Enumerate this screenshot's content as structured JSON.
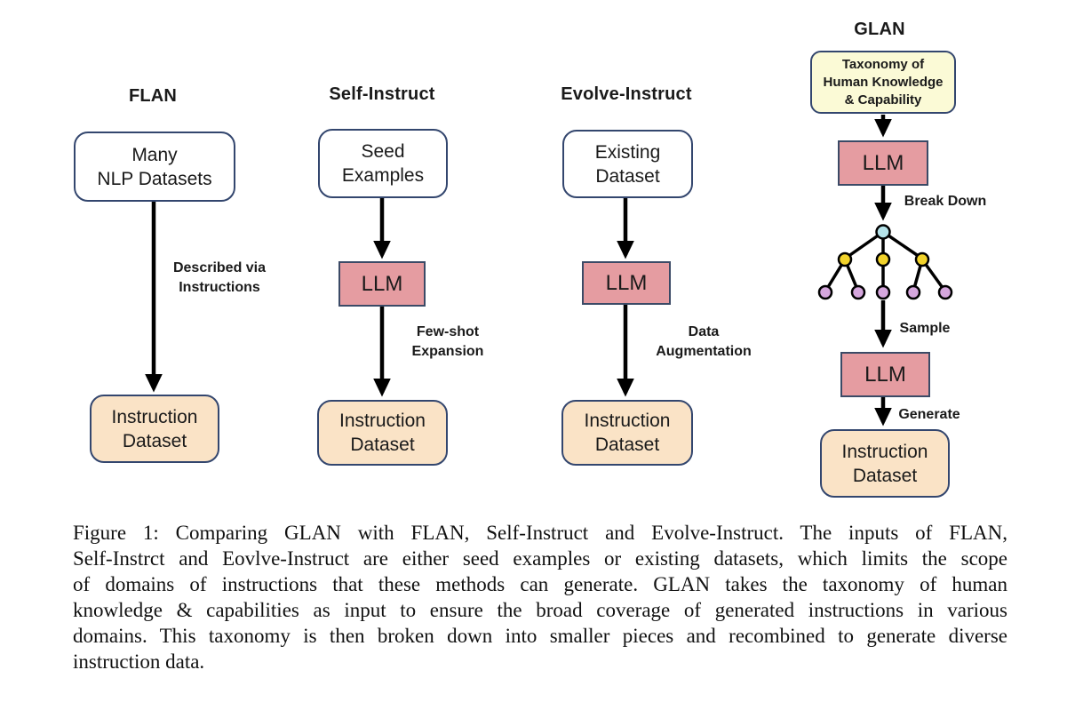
{
  "colors": {
    "page_bg": "#ffffff",
    "text": "#1a1a1a",
    "box_border": "#33466e",
    "llm_border": "#3b4a66",
    "llm_fill": "#e59ca1",
    "dataset_fill": "#fae3c6",
    "taxonomy_fill": "#fbfad6",
    "tree_root": "#b5e3ea",
    "tree_mid": "#f2d32b",
    "tree_leaf": "#d5a6dd",
    "arrow": "#000000"
  },
  "diagram": {
    "flan": {
      "title": "FLAN",
      "input_line1": "Many",
      "input_line2": "NLP Datasets",
      "arrow_label_line1": "Described via",
      "arrow_label_line2": "Instructions",
      "output_line1": "Instruction",
      "output_line2": "Dataset"
    },
    "self_instruct": {
      "title": "Self-Instruct",
      "input_line1": "Seed",
      "input_line2": "Examples",
      "llm": "LLM",
      "arrow_label_line1": "Few-shot",
      "arrow_label_line2": "Expansion",
      "output_line1": "Instruction",
      "output_line2": "Dataset"
    },
    "evolve_instruct": {
      "title": "Evolve-Instruct",
      "input_line1": "Existing",
      "input_line2": "Dataset",
      "llm": "LLM",
      "arrow_label_line1": "Data",
      "arrow_label_line2": "Augmentation",
      "output_line1": "Instruction",
      "output_line2": "Dataset"
    },
    "glan": {
      "title": "GLAN",
      "input_line1": "Taxonomy of",
      "input_line2": "Human Knowledge",
      "input_line3": "& Capability",
      "llm1": "LLM",
      "break_down_label": "Break Down",
      "sample_label": "Sample",
      "llm2": "LLM",
      "generate_label": "Generate",
      "output_line1": "Instruction",
      "output_line2": "Dataset",
      "tree": {
        "root_nodes": 1,
        "mid_nodes": 3,
        "leaf_nodes": 5
      }
    }
  },
  "caption": {
    "lines": [
      "Figure 1: Comparing GLAN with FLAN, Self-Instruct and Evolve-Instruct. The inputs of FLAN,",
      "Self-Instrct and Eovlve-Instruct are either seed examples or existing datasets, which limits the scope",
      "of domains of instructions that these methods can generate. GLAN takes the taxonomy of human",
      "knowledge & capabilities as input to ensure the broad coverage of generated instructions in various",
      "domains. This taxonomy is then broken down into smaller pieces and recombined to generate diverse",
      "instruction data."
    ]
  }
}
